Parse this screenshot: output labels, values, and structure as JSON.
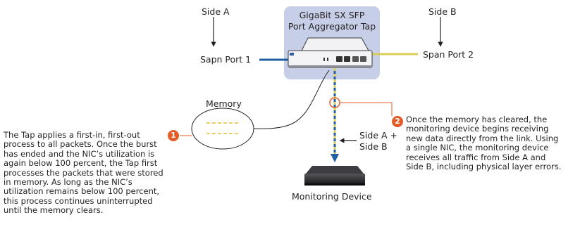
{
  "tap_title_line1": "GigaBit SX SFP",
  "tap_title_line2": "Port Aggregator Tap",
  "side_a_label": "Side A",
  "side_b_label": "Side B",
  "span_port_1_label": "Sapn Port 1",
  "span_port_2_label": "Span Port 2",
  "memory_label": "Memory",
  "side_ab_line1": "Side A +",
  "side_ab_line2": "Side B",
  "monitoring_device_label": "Monitoring Device",
  "callout_1": {
    "number": "1",
    "lines": [
      "The Tap applies a first-in, first-out",
      "process to all packets. Once the burst",
      "has ended and the NIC’s utilization is",
      "again below 100 percent, the Tap first",
      "processes the packets that were stored",
      "in memory. As long as the NIC’s",
      "utilization remains below 100 percent,",
      "this process continues uninterrupted",
      "until the memory clears."
    ]
  },
  "callout_2": {
    "number": "2",
    "lines": [
      "Once the memory has cleared, the",
      "monitoring device begins receiving",
      "new data directly from the link. Using",
      "a single NIC, the monitoring device",
      "receives all traffic from Side A and",
      "Side B, including physical layer errors."
    ]
  },
  "colors": {
    "tap_background": "#c7cfe8",
    "side_a_link": "#1f5fa6",
    "side_b_link": "#d8cc5a",
    "accent_orange": "#e35c27",
    "memory_dashes": "#e7d06a"
  }
}
